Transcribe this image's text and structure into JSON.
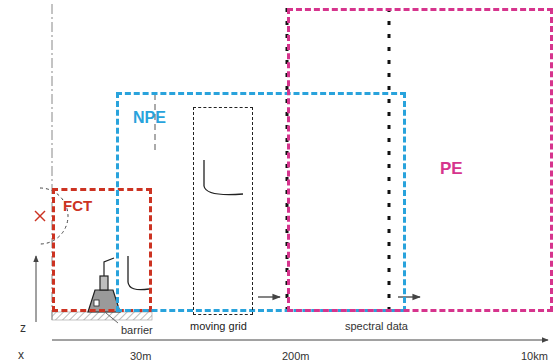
{
  "diagram": {
    "nodes": [
      {
        "text": [
          "FCT"
        ]
      },
      {
        "text": [
          "NPE"
        ]
      },
      {
        "text": [
          "moving grid"
        ],
        "in": 1
      },
      {
        "text": [
          "PE"
        ]
      }
    ],
    "labels": [
      "z",
      "barrier",
      "spectral data",
      "x",
      "30m",
      "200m",
      "10km"
    ]
  }
}
